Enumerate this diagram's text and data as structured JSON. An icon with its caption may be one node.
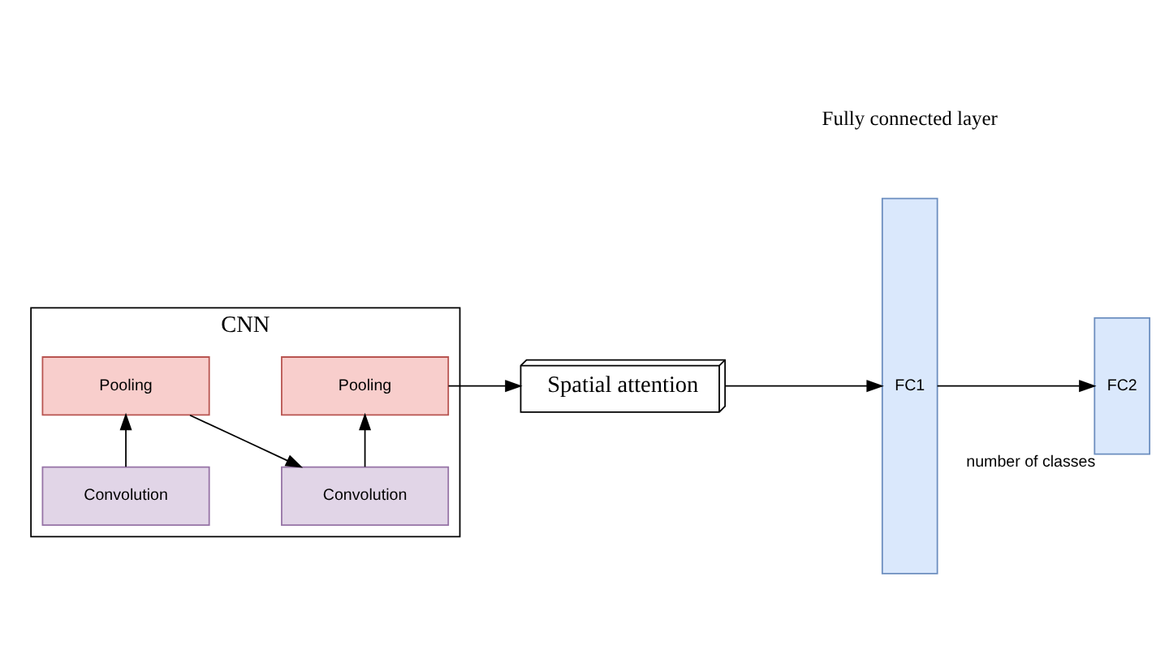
{
  "diagram": {
    "nodes": [
      {
        "text": [
          "CNN"
        ]
      },
      {
        "text": [
          "Convolution"
        ],
        "in": 0
      },
      {
        "text": [
          "Pooling"
        ],
        "in": 0
      },
      {
        "text": [
          "Pooling"
        ],
        "in": 0
      },
      {
        "text": [
          "Convolution"
        ],
        "in": 0
      },
      {
        "text": [
          "Spatial attention"
        ]
      },
      {
        "text": [
          "FC1"
        ]
      },
      {
        "text": [
          "FC2"
        ],
        "beside": [
          "number of classes"
        ]
      }
    ],
    "edges": [
      {
        "from": 1,
        "to": 3,
        "arrow": "to"
      },
      {
        "from": 3,
        "to": 4,
        "arrow": "to"
      },
      {
        "from": 4,
        "to": 2,
        "arrow": "to"
      },
      {
        "from": 2,
        "to": 5,
        "arrow": "to"
      },
      {
        "from": 5,
        "to": 6,
        "arrow": "to"
      },
      {
        "from": 6,
        "to": 7,
        "arrow": "to"
      }
    ],
    "labels": [
      "Fully connected layer"
    ]
  }
}
